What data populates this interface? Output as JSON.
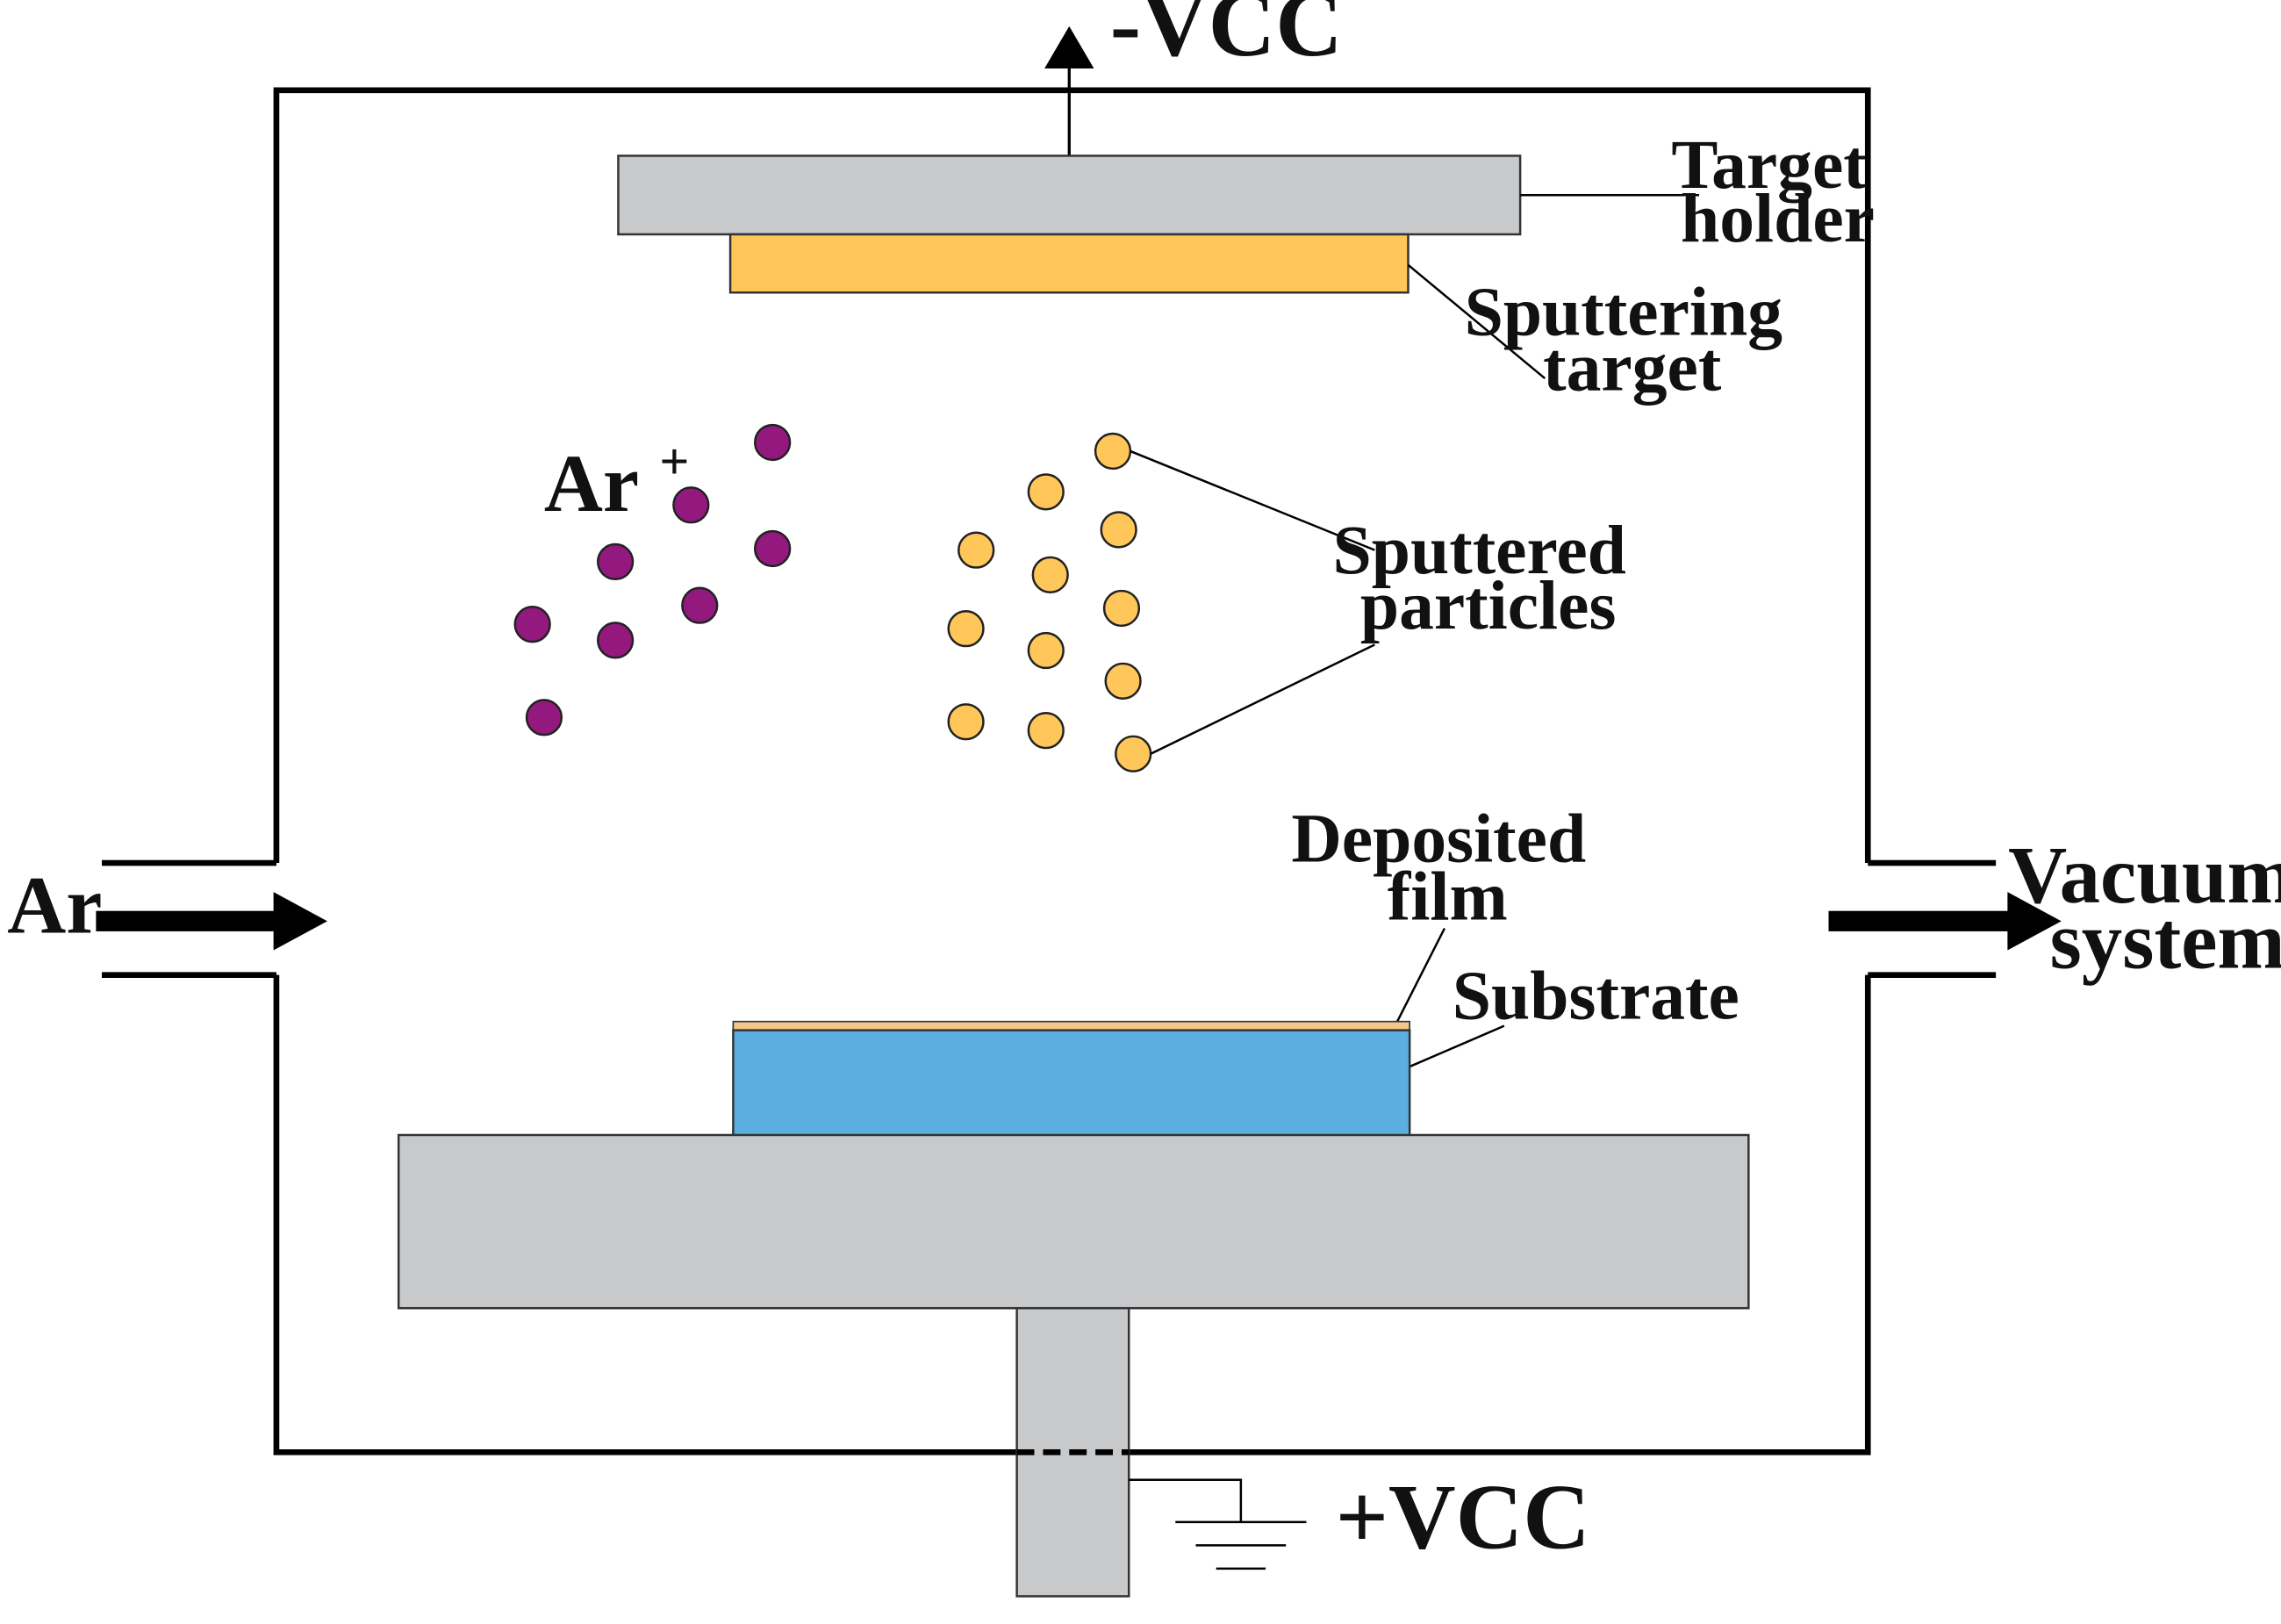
{
  "labels": {
    "minus_vcc": "-VCC",
    "plus_vcc": "+VCC",
    "target_holder": [
      "Target",
      "holder"
    ],
    "sputtering_target": [
      "Sputtering",
      "target"
    ],
    "ar_ion": "Ar",
    "ar_ion_charge": "+",
    "sputtered_particles": [
      "Sputtered",
      "particles"
    ],
    "deposited_film": [
      "Deposited",
      "film"
    ],
    "substrate": "Substrate",
    "ar_inlet": "Ar",
    "vacuum_system": [
      "Vacuum",
      "system"
    ]
  },
  "colors": {
    "chamber_wall": "#000000",
    "holder_gray": "#c8c9cb",
    "target_orange": "#ffc75a",
    "substrate_blue": "#5aaee0",
    "film_tan": "#f2c98a",
    "ar_ion_purple": "#93197f",
    "particle_orange": "#ffc75a"
  }
}
